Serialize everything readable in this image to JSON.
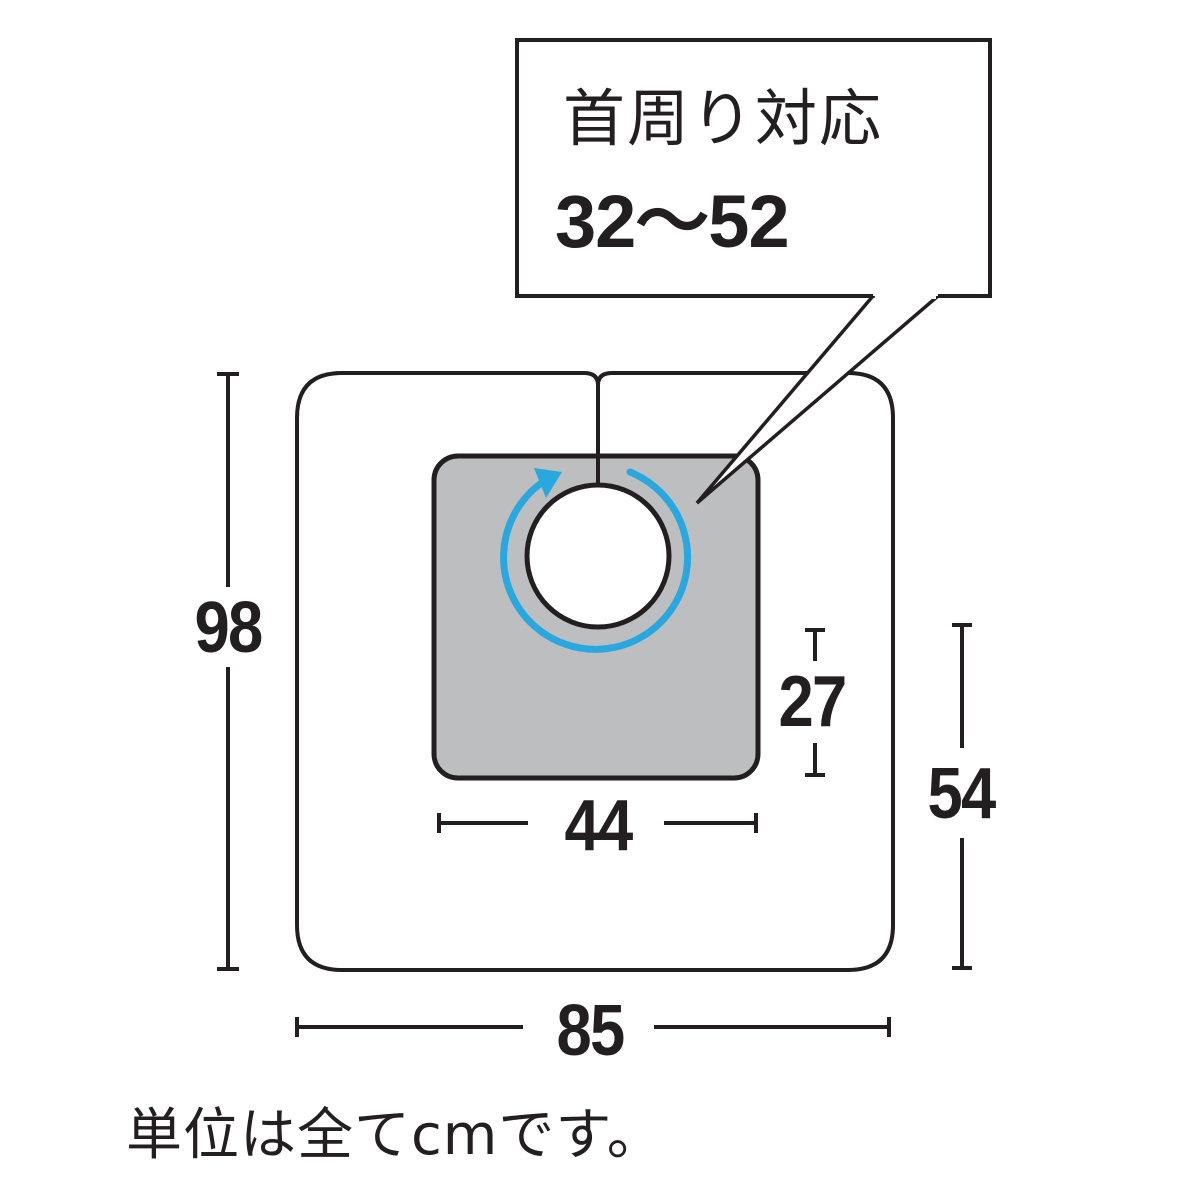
{
  "callout": {
    "title": "首周り対応",
    "range": "32～52"
  },
  "dimensions": {
    "total_height": "98",
    "total_width": "85",
    "lower_height": "54",
    "inner_width": "44",
    "inner_height": "27"
  },
  "footnote": "単位は全てcmです。",
  "colors": {
    "outline": "#231f20",
    "inner_panel": "#bcbec0",
    "rotation_arrow": "#29a8e0",
    "background": "#ffffff"
  },
  "icons": {
    "rotation": "clockwise-arrow-icon"
  }
}
